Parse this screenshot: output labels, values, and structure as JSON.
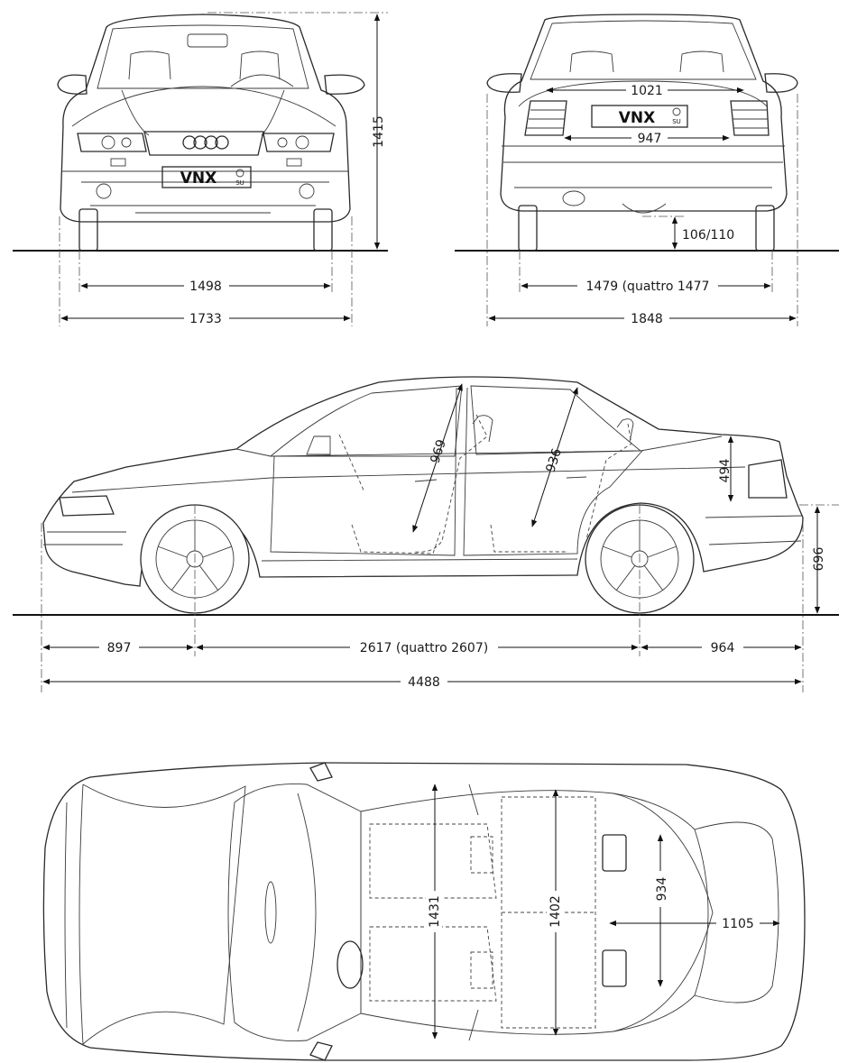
{
  "front_view": {
    "plate_text": "VNX",
    "plate_region": "SU",
    "height": "1415",
    "track": "1498",
    "width": "1733"
  },
  "rear_view": {
    "plate_text": "VNX",
    "plate_region": "SU",
    "upper_width": "1021",
    "lower_width": "947",
    "ground_clearance": "106/110",
    "track": "1479 (quattro 1477",
    "width": "1848"
  },
  "side_view": {
    "front_headroom": "969",
    "rear_headroom": "936",
    "boot_height": "494",
    "rear_height": "696",
    "front_overhang": "897",
    "wheelbase": "2617 (quattro 2607)",
    "rear_overhang": "964",
    "length": "4488"
  },
  "top_view": {
    "front_width": "1431",
    "rear_width": "1402",
    "boot_width": "934",
    "boot_length": "1105"
  },
  "colors": {
    "line": "#2a2a2a",
    "background": "#ffffff"
  }
}
